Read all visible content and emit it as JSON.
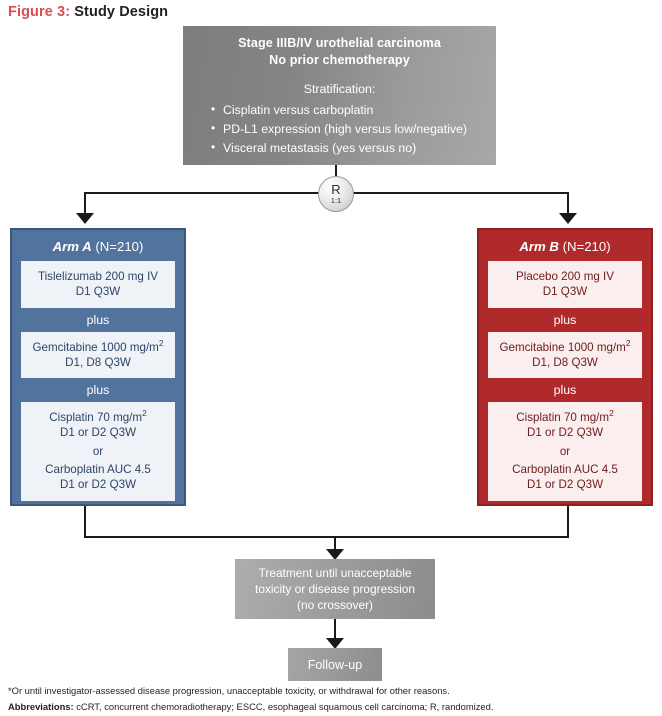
{
  "figure": {
    "label": "Figure 3:",
    "title": "Study Design"
  },
  "enrollment": {
    "line1": "Stage IIIB/IV urothelial carcinoma",
    "line2": "No prior chemotherapy",
    "stratification_label": "Stratification:",
    "stratification_items": [
      "Cisplatin versus carboplatin",
      "PD-L1 expression (high versus low/negative)",
      "Visceral metastasis (yes versus no)"
    ]
  },
  "randomization": {
    "letter": "R",
    "ratio": "1:1"
  },
  "arm_a": {
    "name": "Arm A",
    "enrollment": "(N=210)",
    "plus_label": "plus",
    "treatments": [
      {
        "drug": "Tislelizumab 200 mg IV",
        "schedule": "D1 Q3W",
        "alt_separator": "",
        "alt_drug": "",
        "alt_schedule": ""
      },
      {
        "drug": "Gemcitabine 1000 mg/m",
        "superscript": "2",
        "schedule": "D1, D8 Q3W",
        "alt_separator": "",
        "alt_drug": "",
        "alt_schedule": ""
      },
      {
        "drug": "Cisplatin 70 mg/m",
        "superscript": "2",
        "schedule": "D1 or D2 Q3W",
        "alt_separator": "or",
        "alt_drug": "Carboplatin AUC 4.5",
        "alt_schedule": "D1 or D2 Q3W"
      }
    ]
  },
  "arm_b": {
    "name": "Arm B",
    "enrollment": "(N=210)",
    "plus_label": "plus",
    "treatments": [
      {
        "drug": "Placebo 200 mg IV",
        "schedule": "D1 Q3W",
        "alt_separator": "",
        "alt_drug": "",
        "alt_schedule": ""
      },
      {
        "drug": "Gemcitabine 1000 mg/m",
        "superscript": "2",
        "schedule": "D1, D8 Q3W",
        "alt_separator": "",
        "alt_drug": "",
        "alt_schedule": ""
      },
      {
        "drug": "Cisplatin 70 mg/m",
        "superscript": "2",
        "schedule": "D1 or D2 Q3W",
        "alt_separator": "or",
        "alt_drug": "Carboplatin AUC 4.5",
        "alt_schedule": "D1 or D2 Q3W"
      }
    ]
  },
  "treatment_phase": {
    "line1": "Treatment until unacceptable",
    "line2": "toxicity or disease progression",
    "line3": "(no crossover)"
  },
  "followup": {
    "label": "Follow-up"
  },
  "footnotes": {
    "note": "*Or until investigator-assessed disease progression, unacceptable toxicity, or withdrawal for other reasons.",
    "abbrev_label": "Abbreviations:",
    "abbrev_text": " cCRT, concurrent chemoradiotherapy; ESCC, esophageal squamous cell carcinoma; R, randomized."
  },
  "colors": {
    "figure_label": "#d94f4f",
    "arm_a": "#52739d",
    "arm_b": "#b0292b",
    "gray_box": "#9e9e9e"
  }
}
